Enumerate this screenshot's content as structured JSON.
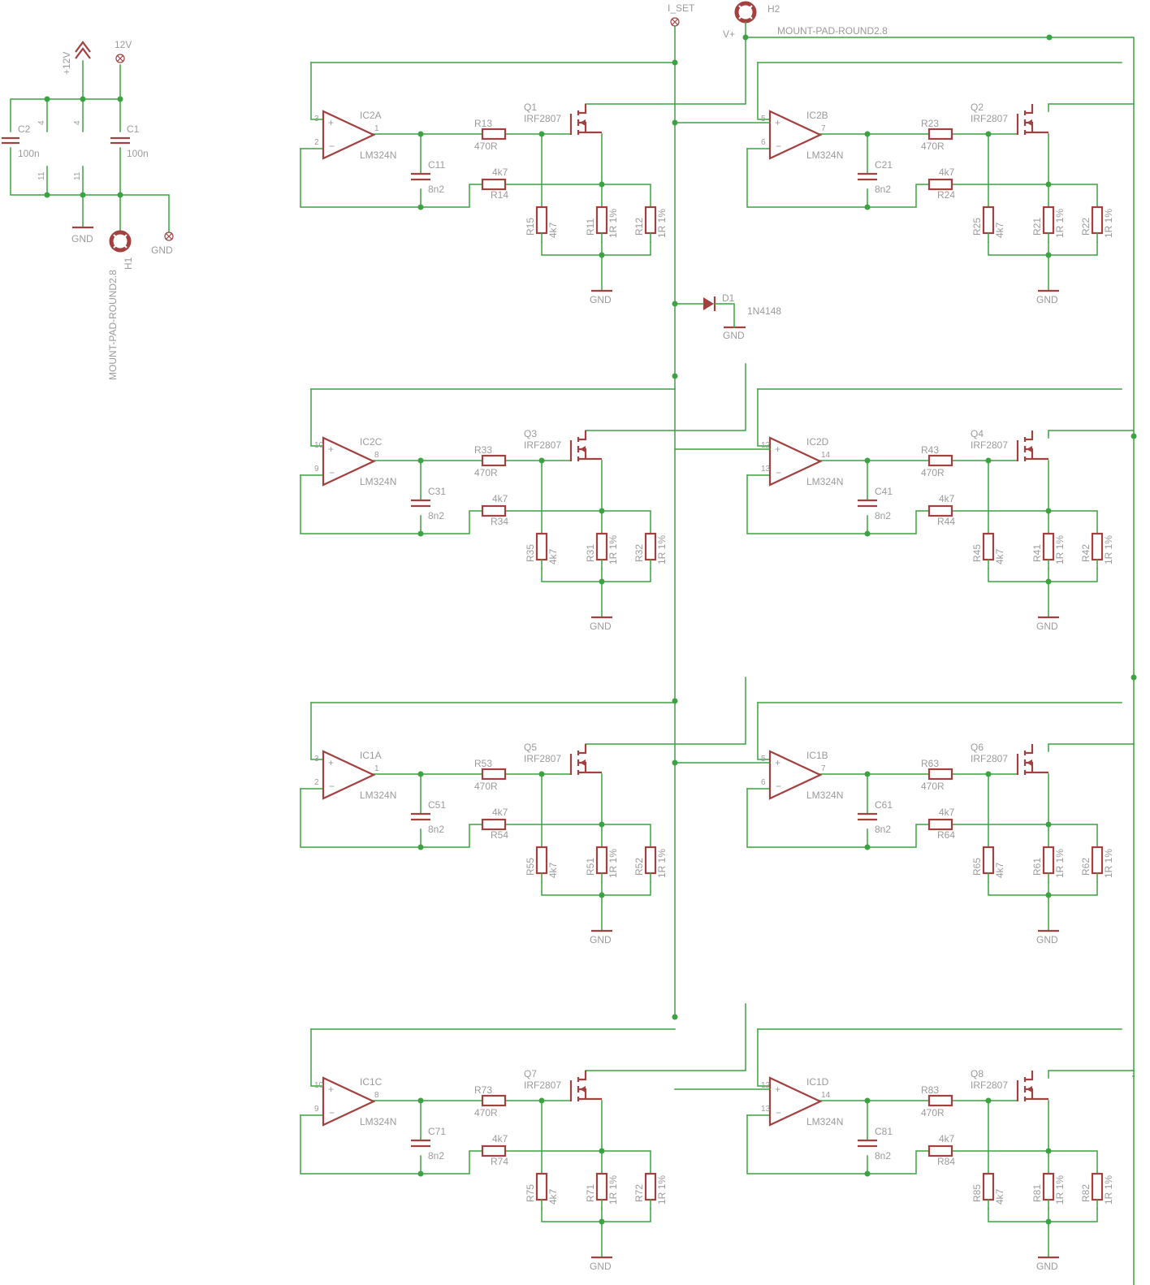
{
  "colors": {
    "wire": "#3ba341",
    "part": "#a34040",
    "text": "#9b9b9b"
  },
  "power": {
    "supply_net": "+12V",
    "pad_12v": "12V",
    "gnd": "GND",
    "gnd_pad": "GND",
    "h1": "H1",
    "h1_value": "MOUNT-PAD-ROUND2.8",
    "h2": "H2",
    "h2_value": "MOUNT-PAD-ROUND2.8",
    "vplus": "V+",
    "iset": "I_SET",
    "c1": "C1",
    "c1_value": "100n",
    "c2": "C2",
    "c2_value": "100n",
    "pin4": "4",
    "pin11": "11",
    "d1": "D1",
    "d1_value": "1N4148"
  },
  "channels": [
    {
      "ic": "IC2A",
      "opamp": "LM324N",
      "pin_p": "3",
      "pin_n": "2",
      "pin_o": "1",
      "rg": "R13",
      "rg_value": "470R",
      "cap": "C11",
      "cap_value": "8n2",
      "rf": "R14",
      "rf_value": "4k7",
      "q": "Q1",
      "q_value": "IRF2807",
      "rp": "R15",
      "rp_value": "4k7",
      "rs1": "R11",
      "rs1_value": "1R 1%",
      "rs2": "R12",
      "rs2_value": "1R 1%",
      "gnd": "GND"
    },
    {
      "ic": "IC2B",
      "opamp": "LM324N",
      "pin_p": "5",
      "pin_n": "6",
      "pin_o": "7",
      "rg": "R23",
      "rg_value": "470R",
      "cap": "C21",
      "cap_value": "8n2",
      "rf": "R24",
      "rf_value": "4k7",
      "q": "Q2",
      "q_value": "IRF2807",
      "rp": "R25",
      "rp_value": "4k7",
      "rs1": "R21",
      "rs1_value": "1R 1%",
      "rs2": "R22",
      "rs2_value": "1R 1%",
      "gnd": "GND"
    },
    {
      "ic": "IC2C",
      "opamp": "LM324N",
      "pin_p": "10",
      "pin_n": "9",
      "pin_o": "8",
      "rg": "R33",
      "rg_value": "470R",
      "cap": "C31",
      "cap_value": "8n2",
      "rf": "R34",
      "rf_value": "4k7",
      "q": "Q3",
      "q_value": "IRF2807",
      "rp": "R35",
      "rp_value": "4k7",
      "rs1": "R31",
      "rs1_value": "1R 1%",
      "rs2": "R32",
      "rs2_value": "1R 1%",
      "gnd": "GND"
    },
    {
      "ic": "IC2D",
      "opamp": "LM324N",
      "pin_p": "12",
      "pin_n": "13",
      "pin_o": "14",
      "rg": "R43",
      "rg_value": "470R",
      "cap": "C41",
      "cap_value": "8n2",
      "rf": "R44",
      "rf_value": "4k7",
      "q": "Q4",
      "q_value": "IRF2807",
      "rp": "R45",
      "rp_value": "4k7",
      "rs1": "R41",
      "rs1_value": "1R 1%",
      "rs2": "R42",
      "rs2_value": "1R 1%",
      "gnd": "GND"
    },
    {
      "ic": "IC1A",
      "opamp": "LM324N",
      "pin_p": "3",
      "pin_n": "2",
      "pin_o": "1",
      "rg": "R53",
      "rg_value": "470R",
      "cap": "C51",
      "cap_value": "8n2",
      "rf": "R54",
      "rf_value": "4k7",
      "q": "Q5",
      "q_value": "IRF2807",
      "rp": "R55",
      "rp_value": "4k7",
      "rs1": "R51",
      "rs1_value": "1R 1%",
      "rs2": "R52",
      "rs2_value": "1R 1%",
      "gnd": "GND"
    },
    {
      "ic": "IC1B",
      "opamp": "LM324N",
      "pin_p": "5",
      "pin_n": "6",
      "pin_o": "7",
      "rg": "R63",
      "rg_value": "470R",
      "cap": "C61",
      "cap_value": "8n2",
      "rf": "R64",
      "rf_value": "4k7",
      "q": "Q6",
      "q_value": "IRF2807",
      "rp": "R65",
      "rp_value": "4k7",
      "rs1": "R61",
      "rs1_value": "1R 1%",
      "rs2": "R62",
      "rs2_value": "1R 1%",
      "gnd": "GND"
    },
    {
      "ic": "IC1C",
      "opamp": "LM324N",
      "pin_p": "10",
      "pin_n": "9",
      "pin_o": "8",
      "rg": "R73",
      "rg_value": "470R",
      "cap": "C71",
      "cap_value": "8n2",
      "rf": "R74",
      "rf_value": "4k7",
      "q": "Q7",
      "q_value": "IRF2807",
      "rp": "R75",
      "rp_value": "4k7",
      "rs1": "R71",
      "rs1_value": "1R 1%",
      "rs2": "R72",
      "rs2_value": "1R 1%",
      "gnd": "GND"
    },
    {
      "ic": "IC1D",
      "opamp": "LM324N",
      "pin_p": "12",
      "pin_n": "13",
      "pin_o": "14",
      "rg": "R83",
      "rg_value": "470R",
      "cap": "C81",
      "cap_value": "8n2",
      "rf": "R84",
      "rf_value": "4k7",
      "q": "Q8",
      "q_value": "IRF2807",
      "rp": "R85",
      "rp_value": "4k7",
      "rs1": "R81",
      "rs1_value": "1R 1%",
      "rs2": "R82",
      "rs2_value": "1R 1%",
      "gnd": "GND"
    }
  ]
}
